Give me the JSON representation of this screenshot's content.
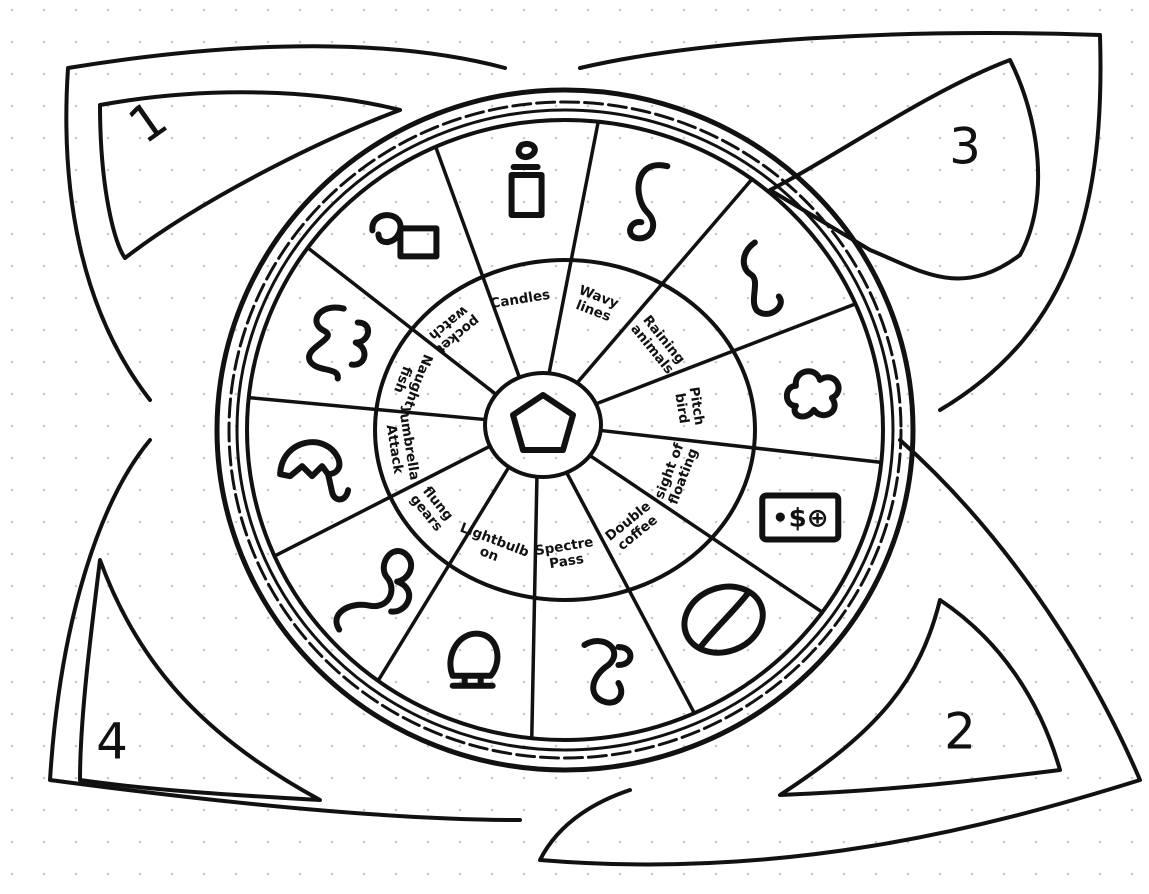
{
  "palette": {
    "ink": "#111111",
    "paper": "#ffffff",
    "dot": "#c9c9c9"
  },
  "corners": [
    {
      "id": "1",
      "label": "1",
      "position": "top-left"
    },
    {
      "id": "2",
      "label": "2",
      "position": "bottom-right"
    },
    {
      "id": "3",
      "label": "3",
      "position": "top-right"
    },
    {
      "id": "4",
      "label": "4",
      "position": "bottom-left"
    }
  ],
  "hub": {
    "symbol": "pentagon"
  },
  "segments": [
    {
      "id": "wavy-lines",
      "label": [
        "Wavy",
        "lines"
      ],
      "symbol": "hook-6"
    },
    {
      "id": "rain",
      "label": [
        "Raining",
        "animals"
      ],
      "symbol": "hook-c"
    },
    {
      "id": "pitch-bird",
      "label": [
        "Pitch",
        "bird"
      ],
      "symbol": "cloud"
    },
    {
      "id": "sight-of-fish",
      "label": [
        "sight of",
        "floating"
      ],
      "symbol": "banknote"
    },
    {
      "id": "double-coffee",
      "label": [
        "Double",
        "coffee"
      ],
      "symbol": "coffee-bean"
    },
    {
      "id": "spectre-pass",
      "label": [
        "Spectre",
        "Pass"
      ],
      "symbol": "squiggle-e"
    },
    {
      "id": "lightbulb-on",
      "label": [
        "Lightbulb",
        "on"
      ],
      "symbol": "bulb"
    },
    {
      "id": "flung-gears",
      "label": [
        "flung",
        "gears"
      ],
      "symbol": "bell"
    },
    {
      "id": "umbrella-attack",
      "label": [
        "umbrella",
        "Attack"
      ],
      "symbol": "umbrella"
    },
    {
      "id": "naughty-fish",
      "label": [
        "Naughty",
        "fish"
      ],
      "symbol": "squiggle-s"
    },
    {
      "id": "pocket-watch",
      "label": [
        "pocket",
        "watch"
      ],
      "symbol": "scroll"
    },
    {
      "id": "candles",
      "label": [
        "Candles"
      ],
      "symbol": "candle"
    }
  ]
}
